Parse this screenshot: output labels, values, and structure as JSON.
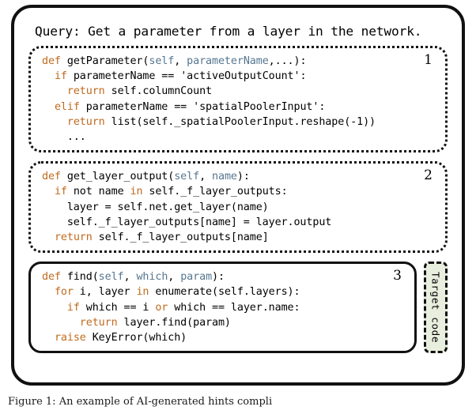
{
  "figure": {
    "query_label": "Query: Get a parameter from a layer in the network.",
    "target_code_label": "Target code",
    "caption": "Figure 1:  An example of AI-generated hints compli"
  },
  "colors": {
    "keyword": "#C06A1E",
    "param": "#56768F",
    "plain": "#000000",
    "target_tag_bg": "#E9EFDE",
    "border": "#111111",
    "page_bg": "#ffffff"
  },
  "blocks": [
    {
      "number": "1",
      "border_style": "dotted",
      "lines": [
        [
          {
            "t": "def",
            "c": "kw"
          },
          {
            "t": " getParameter(",
            "c": "pln"
          },
          {
            "t": "self",
            "c": "par"
          },
          {
            "t": ", ",
            "c": "pln"
          },
          {
            "t": "parameterName",
            "c": "par"
          },
          {
            "t": ",...):",
            "c": "pln"
          }
        ],
        [
          {
            "t": "  ",
            "c": "pln"
          },
          {
            "t": "if",
            "c": "kw"
          },
          {
            "t": " parameterName == 'activeOutputCount':",
            "c": "pln"
          }
        ],
        [
          {
            "t": "    ",
            "c": "pln"
          },
          {
            "t": "return",
            "c": "kw"
          },
          {
            "t": " self.columnCount",
            "c": "pln"
          }
        ],
        [
          {
            "t": "  ",
            "c": "pln"
          },
          {
            "t": "elif",
            "c": "kw"
          },
          {
            "t": " parameterName == 'spatialPoolerInput':",
            "c": "pln"
          }
        ],
        [
          {
            "t": "    ",
            "c": "pln"
          },
          {
            "t": "return",
            "c": "kw"
          },
          {
            "t": " list(self._spatialPoolerInput.reshape(-1))",
            "c": "pln"
          }
        ],
        [
          {
            "t": "    ...",
            "c": "pln"
          }
        ]
      ]
    },
    {
      "number": "2",
      "border_style": "dotted",
      "lines": [
        [
          {
            "t": "def",
            "c": "kw"
          },
          {
            "t": " get_layer_output(",
            "c": "pln"
          },
          {
            "t": "self",
            "c": "par"
          },
          {
            "t": ", ",
            "c": "pln"
          },
          {
            "t": "name",
            "c": "par"
          },
          {
            "t": "):",
            "c": "pln"
          }
        ],
        [
          {
            "t": "  ",
            "c": "pln"
          },
          {
            "t": "if",
            "c": "kw"
          },
          {
            "t": " not name ",
            "c": "pln"
          },
          {
            "t": "in",
            "c": "kw"
          },
          {
            "t": " self._f_layer_outputs:",
            "c": "pln"
          }
        ],
        [
          {
            "t": "    layer = self.net.get_layer(name)",
            "c": "pln"
          }
        ],
        [
          {
            "t": "    self._f_layer_outputs[name] = layer.output",
            "c": "pln"
          }
        ],
        [
          {
            "t": "  ",
            "c": "pln"
          },
          {
            "t": "return",
            "c": "kw"
          },
          {
            "t": " self._f_layer_outputs[name]",
            "c": "pln"
          }
        ]
      ]
    },
    {
      "number": "3",
      "border_style": "solid",
      "lines": [
        [
          {
            "t": "def",
            "c": "kw"
          },
          {
            "t": " find(",
            "c": "pln"
          },
          {
            "t": "self",
            "c": "par"
          },
          {
            "t": ", ",
            "c": "pln"
          },
          {
            "t": "which",
            "c": "par"
          },
          {
            "t": ", ",
            "c": "pln"
          },
          {
            "t": "param",
            "c": "par"
          },
          {
            "t": "):",
            "c": "pln"
          }
        ],
        [
          {
            "t": "  ",
            "c": "pln"
          },
          {
            "t": "for",
            "c": "kw"
          },
          {
            "t": " i, layer ",
            "c": "pln"
          },
          {
            "t": "in",
            "c": "kw"
          },
          {
            "t": " enumerate(self.layers):",
            "c": "pln"
          }
        ],
        [
          {
            "t": "    ",
            "c": "pln"
          },
          {
            "t": "if",
            "c": "kw"
          },
          {
            "t": " which == i ",
            "c": "pln"
          },
          {
            "t": "or",
            "c": "kw"
          },
          {
            "t": " which == layer.name:",
            "c": "pln"
          }
        ],
        [
          {
            "t": "      ",
            "c": "pln"
          },
          {
            "t": "return",
            "c": "kw"
          },
          {
            "t": " layer.find(param)",
            "c": "pln"
          }
        ],
        [
          {
            "t": "  ",
            "c": "pln"
          },
          {
            "t": "raise",
            "c": "kw"
          },
          {
            "t": " KeyError(which)",
            "c": "pln"
          }
        ]
      ]
    }
  ]
}
